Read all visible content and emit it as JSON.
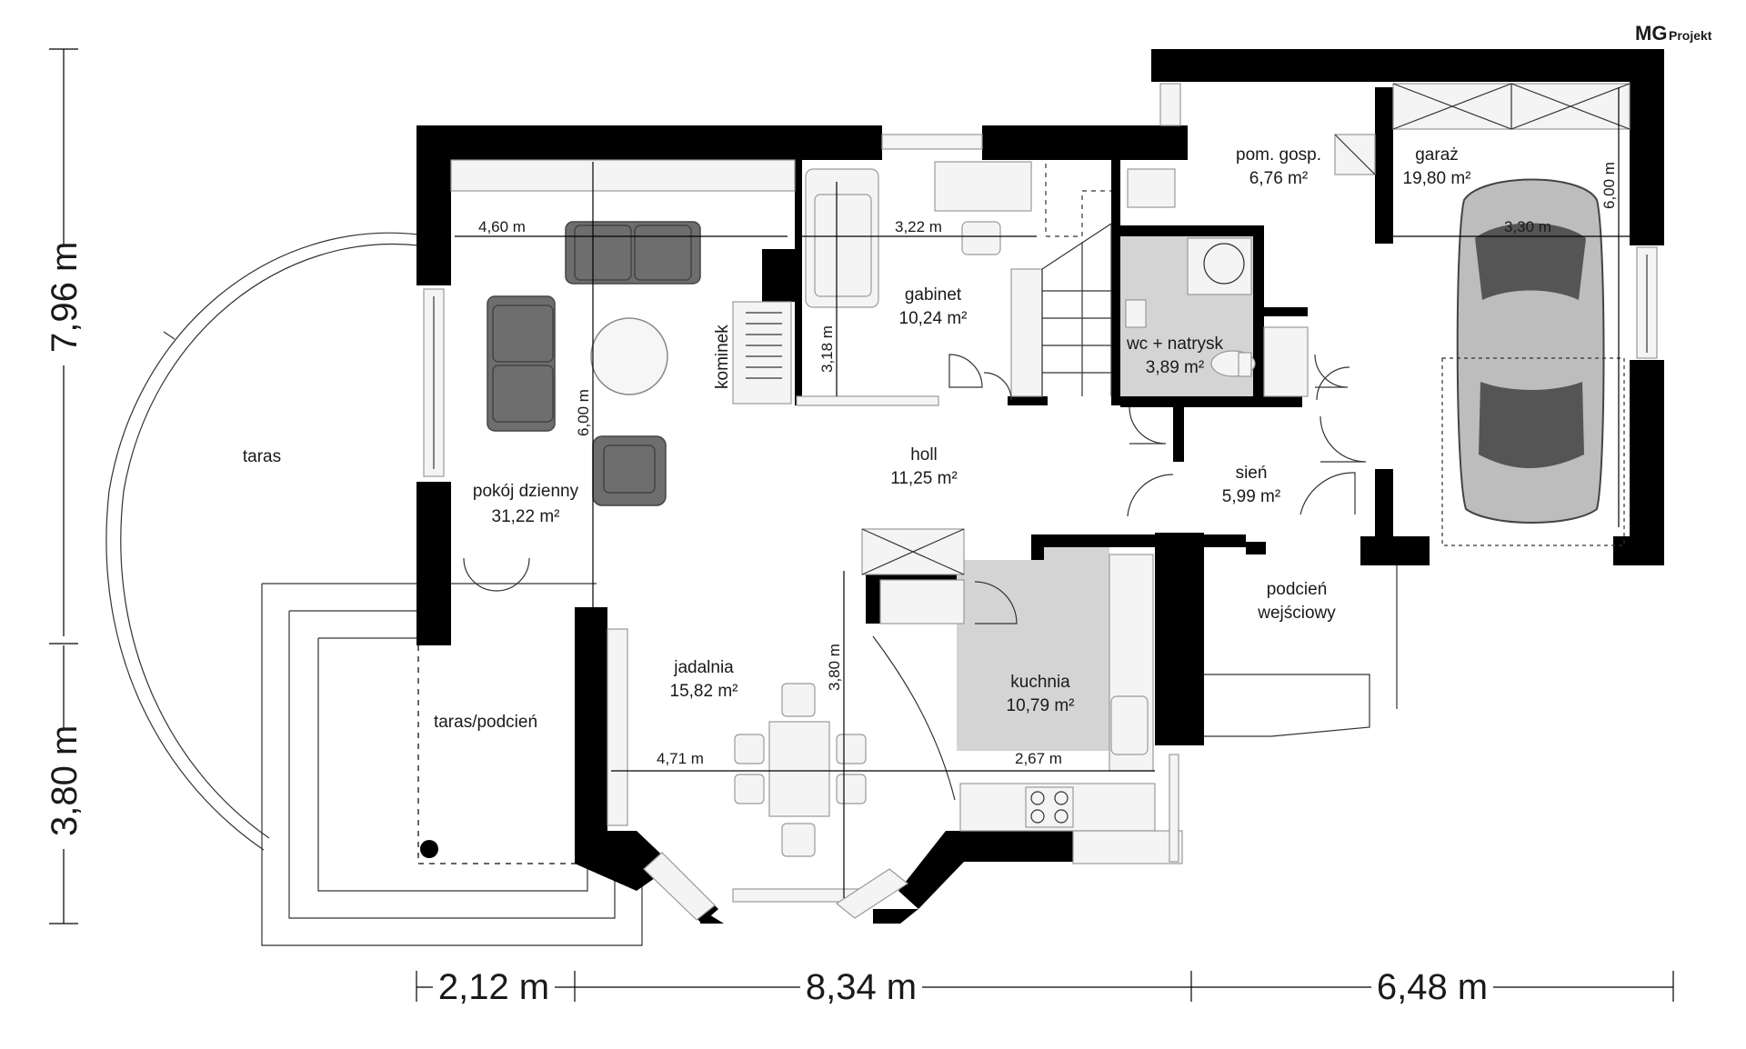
{
  "brand": {
    "logo_main": "MG",
    "logo_sub": "Projekt"
  },
  "rooms": [
    {
      "id": "taras",
      "name": "taras",
      "area": ""
    },
    {
      "id": "pokoj",
      "name": "pokój dzienny",
      "area": "31,22 m²"
    },
    {
      "id": "gabinet",
      "name": "gabinet",
      "area": "10,24 m²"
    },
    {
      "id": "kominek",
      "name": "kominek",
      "area": ""
    },
    {
      "id": "holl",
      "name": "holl",
      "area": "11,25 m²"
    },
    {
      "id": "wc",
      "name": "wc + natrysk",
      "area": "3,89 m²"
    },
    {
      "id": "pomgosp",
      "name": "pom. gosp.",
      "area": "6,76 m²"
    },
    {
      "id": "garaz",
      "name": "garaż",
      "area": "19,80 m²"
    },
    {
      "id": "sien",
      "name": "sień",
      "area": "5,99 m²"
    },
    {
      "id": "podcien",
      "name": "podcień",
      "name2": "wejściowy",
      "area": ""
    },
    {
      "id": "kuchnia",
      "name": "kuchnia",
      "area": "10,79 m²"
    },
    {
      "id": "jadalnia",
      "name": "jadalnia",
      "area": "15,82 m²"
    },
    {
      "id": "tarasp",
      "name": "taras/podcień",
      "area": ""
    }
  ],
  "inner_dims": {
    "living_width": "4,60 m",
    "study_width": "3,22 m",
    "garage_width": "3,30 m",
    "garage_depth": "6,00 m",
    "living_depth": "6,00 m",
    "study_depth": "3,18 m",
    "dining_depth": "3,80 m",
    "dining_width": "4,71 m",
    "kitchen_width": "2,67 m"
  },
  "outer_dims": {
    "left_top": "7,96 m",
    "left_bottom": "3,80 m",
    "bottom_1": "2,12 m",
    "bottom_2": "8,34 m",
    "bottom_3": "6,48 m"
  },
  "colors": {
    "wall": "#000000",
    "furniture": "#6e6e6e",
    "tiled_floor": "#d4d4d4"
  }
}
